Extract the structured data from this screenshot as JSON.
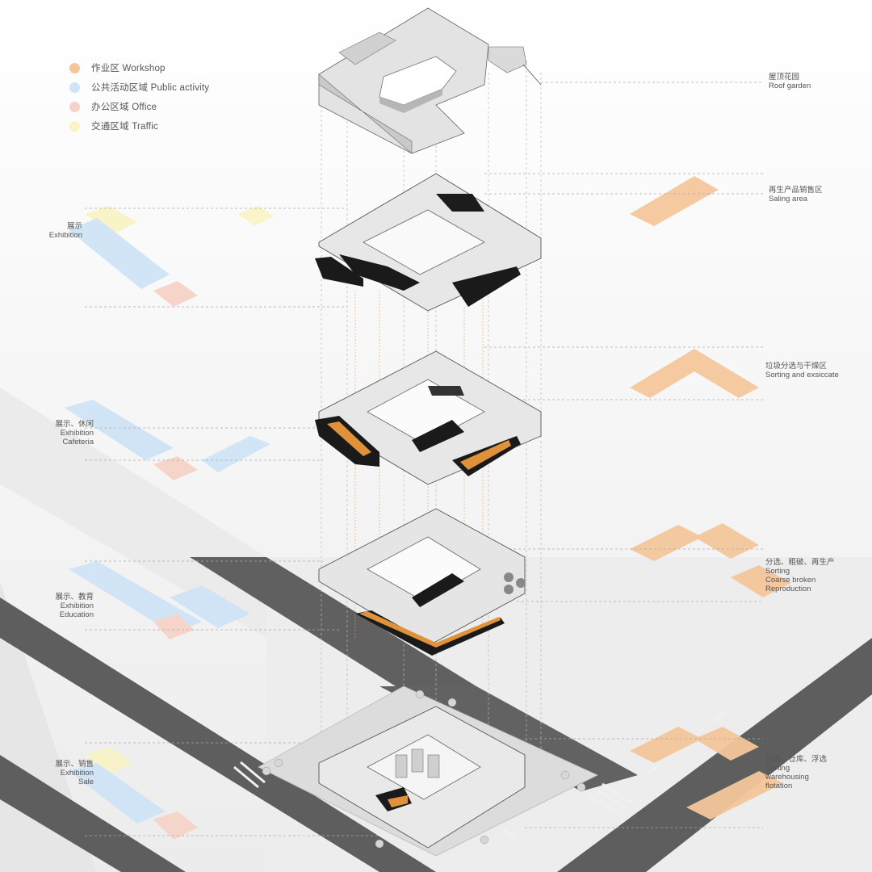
{
  "legend": [
    {
      "label": "作业区 Workshop",
      "color": "#f4c79b"
    },
    {
      "label": "公共活动区域 Public activity",
      "color": "#cfe4f6"
    },
    {
      "label": "办公区域 Office",
      "color": "#f6d3c8"
    },
    {
      "label": "交通区域 Traffic",
      "color": "#f9f3c6"
    }
  ],
  "right_labels": {
    "roof": [
      "屋顶花园",
      "Roof garden"
    ],
    "floor4": [
      "再生产品销售区",
      "Saling area"
    ],
    "floor3": [
      "垃圾分选与干燥区",
      "Sorting and exsiccate"
    ],
    "floor2": [
      "分选、粗破、再生产",
      "Sorting",
      "Coarse broken",
      "Reproduction"
    ],
    "floor1": [
      "分选、仓库、浮选",
      "Sorting",
      "warehousing",
      "flotation"
    ]
  },
  "left_labels": {
    "floor4": [
      "展示",
      "Exhibition"
    ],
    "floor3": [
      "展示、休闲",
      "Exhibition",
      "Cafeteria"
    ],
    "floor2": [
      "展示、教育",
      "Exhibition",
      "Education"
    ],
    "floor1": [
      "展示、销售",
      "Exhibition",
      "Sale"
    ]
  },
  "colors": {
    "workshop": "#f4c79b",
    "public": "#cfe4f6",
    "office": "#f6d3c8",
    "traffic": "#f9f3c6",
    "road": "#5e5e5e",
    "stair_orange": "#e0923a",
    "stair_black": "#1a1a1a"
  }
}
